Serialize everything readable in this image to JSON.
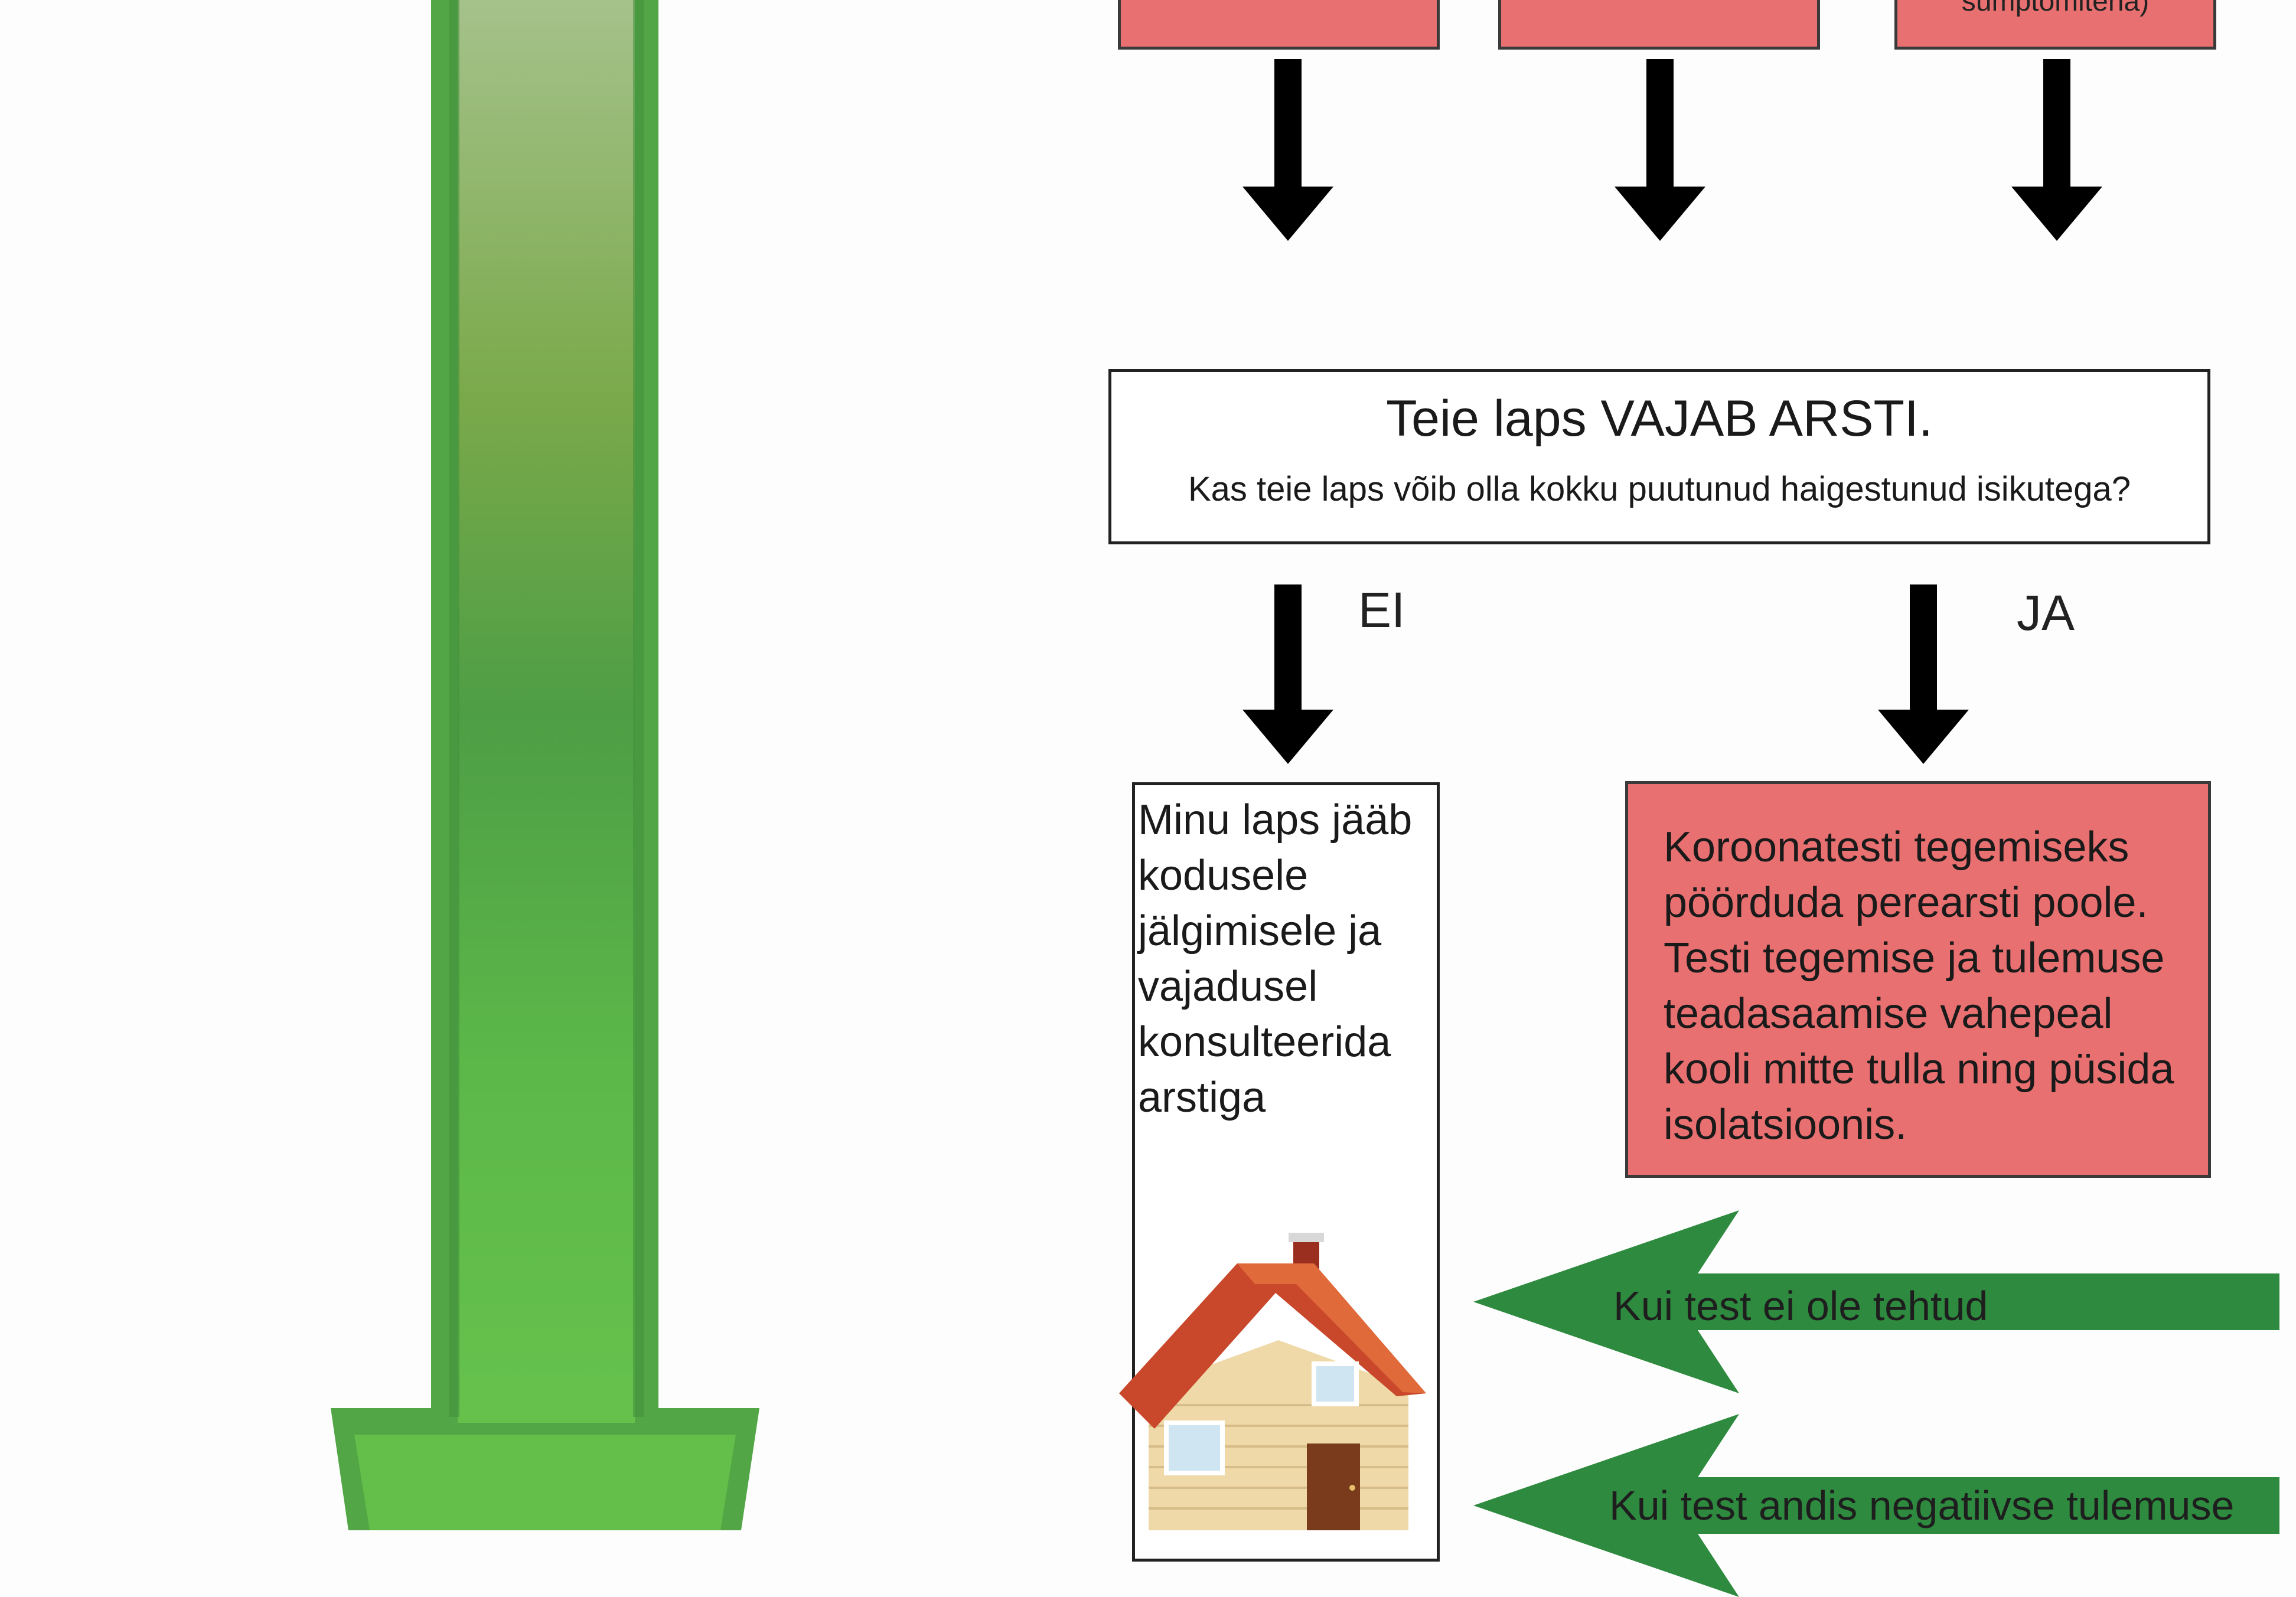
{
  "symptom_boxes": [
    {
      "text": ""
    },
    {
      "text": ""
    },
    {
      "text": "sümptomitena)"
    }
  ],
  "doctor_box": {
    "title": "Teie laps VAJAB ARSTI.",
    "question": "Kas teie laps võib olla kokku puutunud haigestunud isikutega?"
  },
  "branches": {
    "no": "EI",
    "yes": "JA"
  },
  "home_box": {
    "text": "Minu laps jääb kodusele jälgimisele ja vajadusel konsulteerida arstiga"
  },
  "test_box": {
    "text": "Koroonatesti tegemiseks pöörduda perearsti poole. Testi tegemise ja tulemuse teadasaamise vahepeal kooli mitte tulla ning püsida isolatsioonis."
  },
  "green_arrows": [
    {
      "label": "Kui test ei ole tehtud"
    },
    {
      "label": "Kui test andis negatiivse tulemuse"
    }
  ],
  "icons": {
    "big_arrow": "big-green-down-arrow-icon",
    "house": "house-icon"
  },
  "colors": {
    "red_box": "#e87070",
    "green_dark": "#2e8a3e",
    "green_light": "#6ec94e",
    "arrow": "#000000"
  }
}
